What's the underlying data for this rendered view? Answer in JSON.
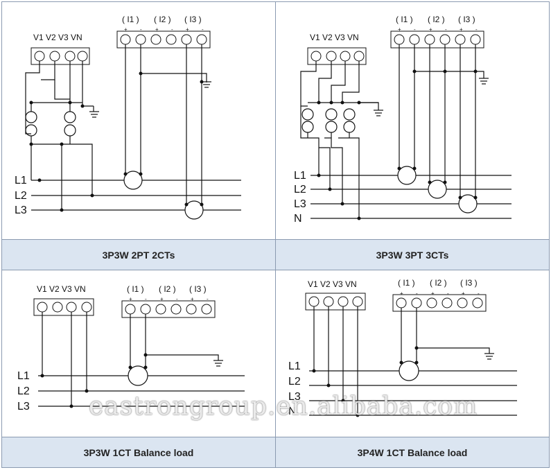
{
  "panels": [
    {
      "caption": "3P3W  2PT 2CTs",
      "voltage_terminals": "V1 V2 V3 VN",
      "current_terminals": {
        "i1": "( I1 )",
        "i2": "( I2 )",
        "i3": "( I3 )"
      },
      "polarity": {
        "plus": "+",
        "minus": "-"
      },
      "lines": [
        "L1",
        "L2",
        "L3"
      ]
    },
    {
      "caption": "3P3W  3PT 3CTs",
      "voltage_terminals": "V1 V2 V3 VN",
      "current_terminals": {
        "i1": "( I1 )",
        "i2": "( I2 )",
        "i3": "( I3 )"
      },
      "polarity": {
        "plus": "+",
        "minus": "-"
      },
      "lines": [
        "L1",
        "L2",
        "L3",
        "N"
      ]
    },
    {
      "caption": "3P3W  1CT Balance load",
      "voltage_terminals": "V1 V2 V3 VN",
      "current_terminals": {
        "i1": "( I1 )",
        "i2": "( I2 )",
        "i3": "( I3 )"
      },
      "polarity": {
        "plus": "+",
        "minus": "-"
      },
      "lines": [
        "L1",
        "L2",
        "L3"
      ]
    },
    {
      "caption": "3P4W  1CT Balance load",
      "voltage_terminals": "V1 V2 V3 VN",
      "current_terminals": {
        "i1": "( I1 )",
        "i2": "( I2 )",
        "i3": "( I3 )"
      },
      "polarity": {
        "plus": "+",
        "minus": "-"
      },
      "lines": [
        "L1",
        "L2",
        "L3",
        "N"
      ]
    }
  ],
  "watermark": "eastrongroup.en.alibaba.com"
}
